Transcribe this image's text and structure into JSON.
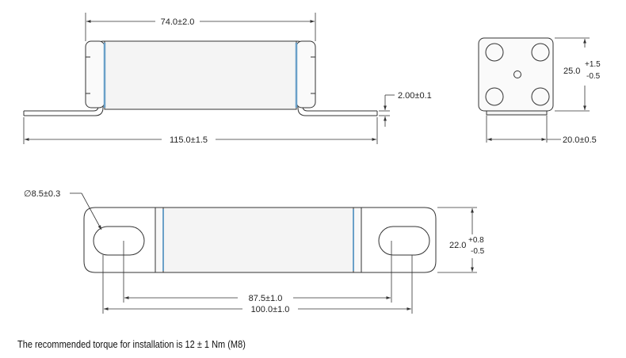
{
  "dimensions": {
    "length_top": "74.0±2.0",
    "thickness": "2.00±0.1",
    "overall_length": "115.0±1.5",
    "height_nominal": "25.0",
    "height_plus": "+1.5",
    "height_minus": "-0.5",
    "depth": "20.0±0.5",
    "hole_diameter": "∅8.5±0.3",
    "width_nominal": "22.0",
    "width_plus": "+0.8",
    "width_minus": "-0.5",
    "hole_spacing_inner": "87.5±1.0",
    "hole_spacing_outer": "100.0±1.0"
  },
  "note": "The recommended torque for installation is 12 ± 1 Nm (M8)",
  "colors": {
    "line": "#333333",
    "accent": "#6aa0c8",
    "body_fill": "#f4f4f4"
  }
}
